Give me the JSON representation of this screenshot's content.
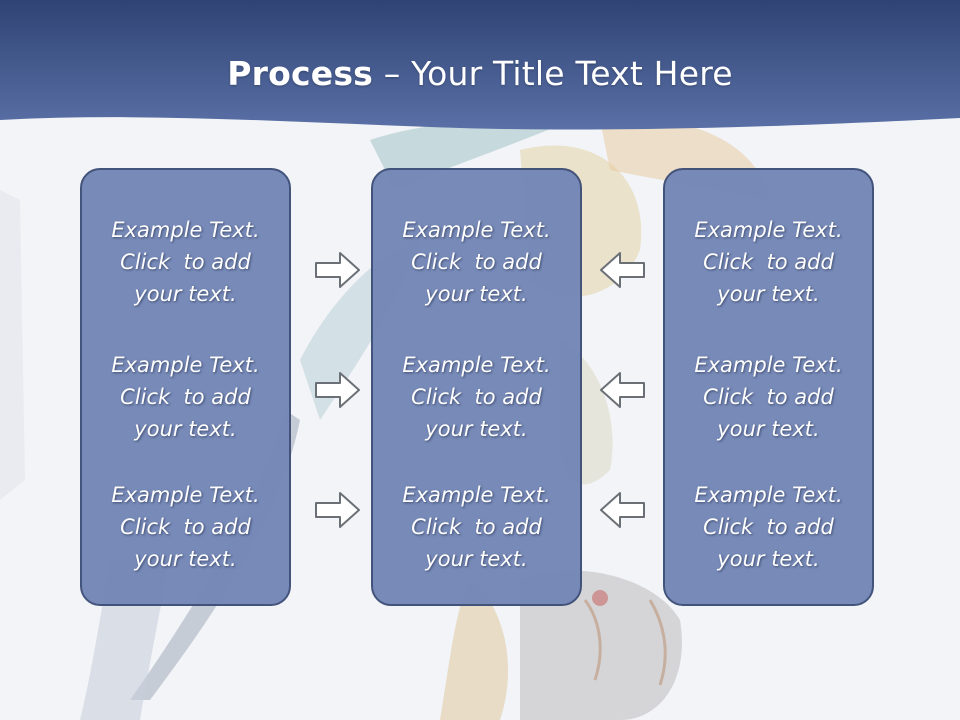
{
  "slide": {
    "title_bold": "Process",
    "title_rest": " – Your Title Text Here"
  },
  "columns": [
    {
      "items": [
        {
          "line1": "Example Text.",
          "line2": "Click  to add",
          "line3": "your text."
        },
        {
          "line1": "Example Text.",
          "line2": "Click  to add",
          "line3": "your text."
        },
        {
          "line1": "Example Text.",
          "line2": "Click  to add",
          "line3": "your text."
        }
      ]
    },
    {
      "items": [
        {
          "line1": "Example Text.",
          "line2": "Click  to add",
          "line3": "your text."
        },
        {
          "line1": "Example Text.",
          "line2": "Click  to add",
          "line3": "your text."
        },
        {
          "line1": "Example Text.",
          "line2": "Click  to add",
          "line3": "your text."
        }
      ]
    },
    {
      "items": [
        {
          "line1": "Example Text.",
          "line2": "Click  to add",
          "line3": "your text."
        },
        {
          "line1": "Example Text.",
          "line2": "Click  to add",
          "line3": "your text."
        },
        {
          "line1": "Example Text.",
          "line2": "Click  to add",
          "line3": "your text."
        }
      ]
    }
  ],
  "arrows": {
    "left_group": "right-arrow-icon",
    "right_group": "left-arrow-icon"
  },
  "colors": {
    "header_blue": "#4a5f95",
    "box_fill": "#7487b6",
    "box_border": "#3e4f78",
    "text": "#ffffff"
  }
}
